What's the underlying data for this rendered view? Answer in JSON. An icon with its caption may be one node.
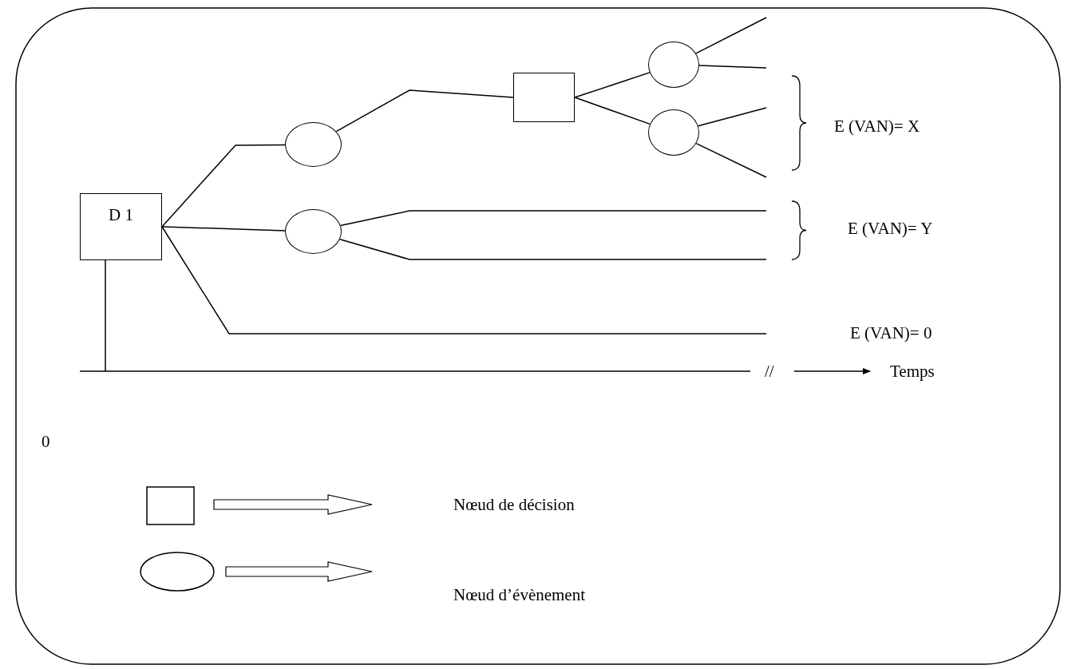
{
  "diagram": {
    "nodes": [
      {
        "text": [
          "D 1"
        ]
      },
      {
        "text": [],
        "shape": "circle"
      },
      {
        "text": [],
        "shape": "circle"
      },
      {
        "text": [],
        "shape": "box"
      },
      {
        "text": [],
        "shape": "circle"
      },
      {
        "text": [],
        "shape": "circle"
      }
    ],
    "edges": [
      {
        "from": 0,
        "to": 1,
        "arrow": "none"
      },
      {
        "from": 1,
        "to": 3,
        "arrow": "none"
      },
      {
        "from": 3,
        "to": 4,
        "arrow": "none"
      },
      {
        "from": 3,
        "to": 5,
        "arrow": "none"
      },
      {
        "from": 4,
        "to": null,
        "arrow": "none"
      },
      {
        "from": 4,
        "to": null,
        "arrow": "none"
      },
      {
        "from": 5,
        "to": null,
        "arrow": "none"
      },
      {
        "from": 5,
        "to": null,
        "arrow": "none"
      },
      {
        "from": 0,
        "to": 2,
        "arrow": "none"
      },
      {
        "from": 2,
        "to": null,
        "arrow": "none"
      },
      {
        "from": 2,
        "to": null,
        "arrow": "none"
      },
      {
        "from": 0,
        "to": null,
        "arrow": "none"
      }
    ],
    "labels": [
      "E (VAN)= X",
      "E (VAN)= Y",
      "E (VAN)= 0",
      "//",
      "Temps",
      "0"
    ],
    "legend": [
      {
        "text": "Nœud de décision"
      },
      {
        "text": "Nœud d’évènement"
      }
    ]
  }
}
